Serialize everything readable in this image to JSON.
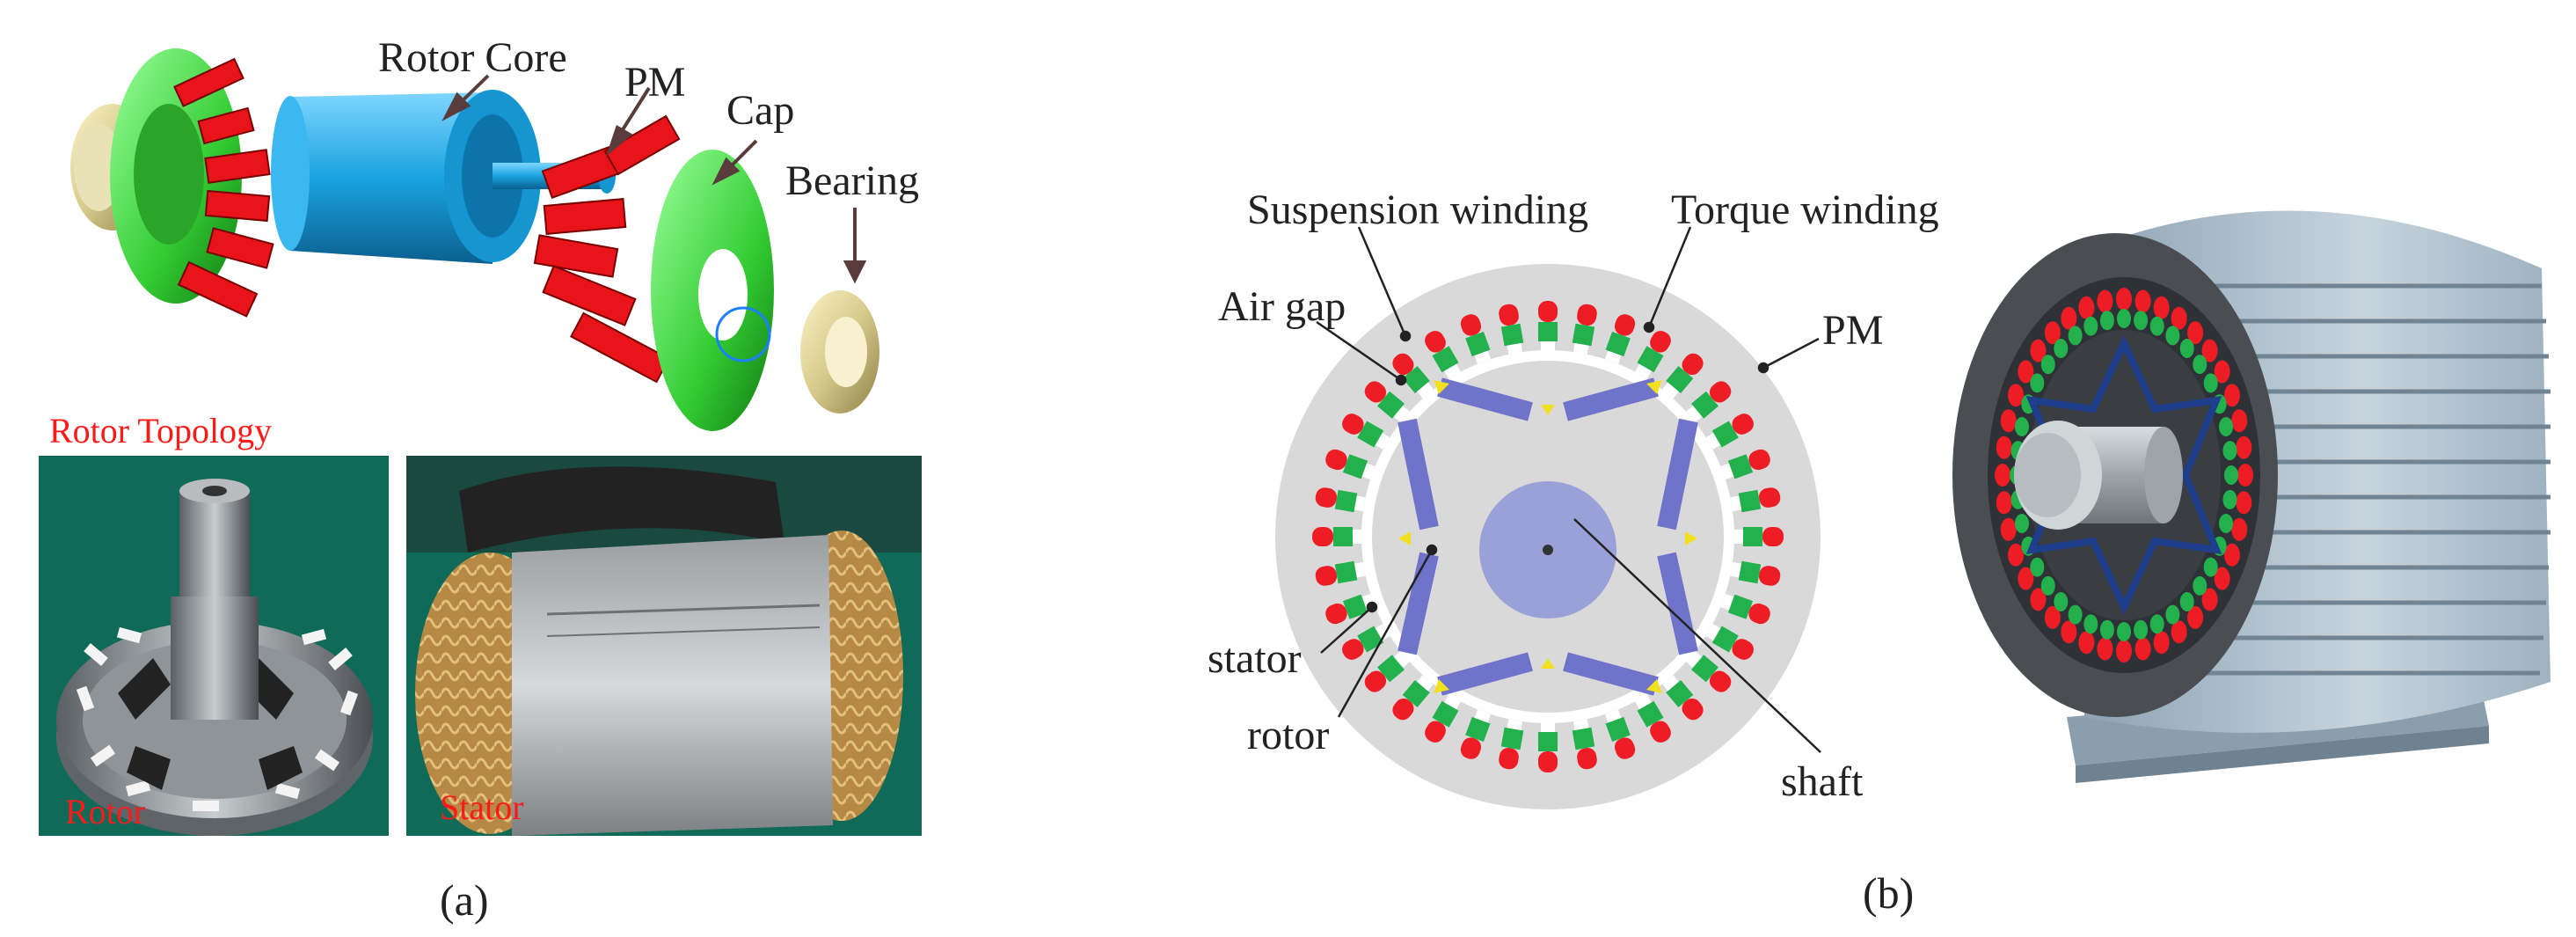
{
  "panel_a": {
    "caption": "(a)",
    "exploded_view": {
      "labels": {
        "rotor_core": "Rotor Core",
        "pm": "PM",
        "cap": "Cap",
        "bearing": "Bearing"
      }
    },
    "photos": {
      "topology_label": "Rotor Topology",
      "rotor_label": "Rotor",
      "stator_label": "Stator"
    }
  },
  "panel_b": {
    "caption": "(b)",
    "cross_section": {
      "labels": {
        "suspension_winding": "Suspension winding",
        "torque_winding": "Torque winding",
        "air_gap": "Air gap",
        "pm": "PM",
        "stator": "stator",
        "rotor": "rotor",
        "shaft": "shaft"
      }
    }
  },
  "colors": {
    "rotor_core": "#1aa3e0",
    "permanent_magnet": "#e8141a",
    "cap": "#4cd64c",
    "bearing": "#cfc38a",
    "stator_disk": "#d8d8d8",
    "winding_red": "#ee1c25",
    "winding_green": "#22b14c",
    "pm_bar": "#6f73c9",
    "shaft_disk": "#9aa0d8",
    "photo_bg": "#0f6a57",
    "label_red": "#ff1a1a"
  }
}
